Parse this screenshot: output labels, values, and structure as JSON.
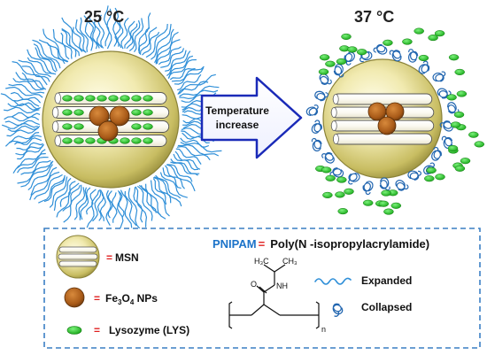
{
  "panels": {
    "left_temperature": "25 °C",
    "right_temperature": "37 °C"
  },
  "arrow": {
    "line1": "Temperature",
    "line2": "increase"
  },
  "legend": {
    "msn_label": "= MSN",
    "fe3o4_eq": "=",
    "fe3o4_main": "Fe",
    "fe3o4_sub3": "3",
    "fe3o4_o": "O",
    "fe3o4_sub4": "4",
    "fe3o4_tail": " NPs",
    "lysozyme_eq": "=",
    "lysozyme_label": "Lysozyme (LYS)",
    "pnipam_abbr": "PNIPAM",
    "pnipam_eq": "=",
    "pnipam_full": "Poly(N -isopropylacrylamide)",
    "expanded_label": "Expanded",
    "collapsed_label": "Collapsed",
    "structure": {
      "h3c": "H₃C",
      "ch3": "CH₃",
      "o": "O",
      "nh": "NH",
      "n": "n"
    }
  },
  "colors": {
    "polymer": "#2f8fd8",
    "sphere_center": "#fffbe0",
    "sphere_edge": "#a9a04a",
    "fe3o4": "#b5651d",
    "lysozyme": "#22cc22",
    "arrow_stroke": "#1a2ab8",
    "legend_border": "#3a7fc4",
    "pnipam_text": "#1c73c9",
    "eq_red": "#e02020"
  }
}
